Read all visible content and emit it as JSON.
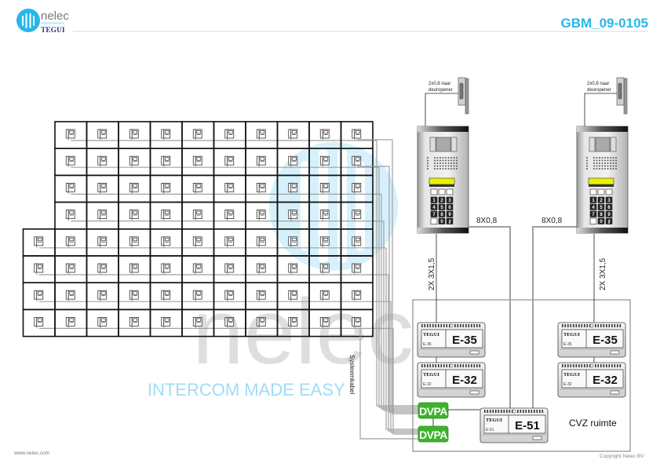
{
  "header": {
    "logo_brand": "nelec",
    "logo_tagline": "INTERCOM MADE EASY",
    "logo_product": "TEGUI",
    "doc_code": "GBM_09-0105"
  },
  "watermark": {
    "word": "nelec",
    "tagline": "INTERCOM MADE EASY"
  },
  "colors": {
    "accent": "#29b6ea",
    "brand_dark": "#2b3a8c",
    "dvpa_green": "#3cb42a",
    "wire_gray": "#a0a0a0",
    "lcd_yellow": "#e8f200"
  },
  "grid": {
    "upper_rows": 4,
    "upper_cols": 10,
    "lower_rows": 4,
    "lower_cols": 11,
    "unit_icon": "indoor-monitor-icon"
  },
  "door_stations": [
    {
      "id": "left",
      "lock_label_line1": "2x0,8 naar",
      "lock_label_line2": "deuropener",
      "bus_cable": "8X0,8",
      "power_cable": "2X 3X1,5",
      "keypad": [
        "1",
        "2",
        "3",
        "4",
        "5",
        "6",
        "7",
        "8",
        "9",
        "",
        "0",
        "key"
      ]
    },
    {
      "id": "right",
      "lock_label_line1": "2x0,8 naar",
      "lock_label_line2": "deuropener",
      "bus_cable": "8X0,8",
      "power_cable": "2X 3X1,5",
      "keypad": [
        "1",
        "2",
        "3",
        "4",
        "5",
        "6",
        "7",
        "8",
        "9",
        "",
        "0",
        "key"
      ]
    }
  ],
  "modules": [
    {
      "id": "e35-left",
      "brand": "TEGUI",
      "small": "E-35",
      "big": "E-35"
    },
    {
      "id": "e32-left",
      "brand": "TEGUI",
      "small": "E-32",
      "big": "E-32"
    },
    {
      "id": "e35-right",
      "brand": "TEGUI",
      "small": "E-35",
      "big": "E-35"
    },
    {
      "id": "e32-right",
      "brand": "TEGUI",
      "small": "E-32",
      "big": "E-32"
    },
    {
      "id": "e51",
      "brand": "TEGUI",
      "small": "E-51",
      "big": "E-51"
    }
  ],
  "dvpa": [
    "DVPA",
    "DVPA"
  ],
  "labels": {
    "system_cable": "Systeemkabel",
    "room": "CVZ ruimte"
  },
  "footer": {
    "website": "www.nelec.com",
    "copyright": "Copyright Nelec BV"
  }
}
